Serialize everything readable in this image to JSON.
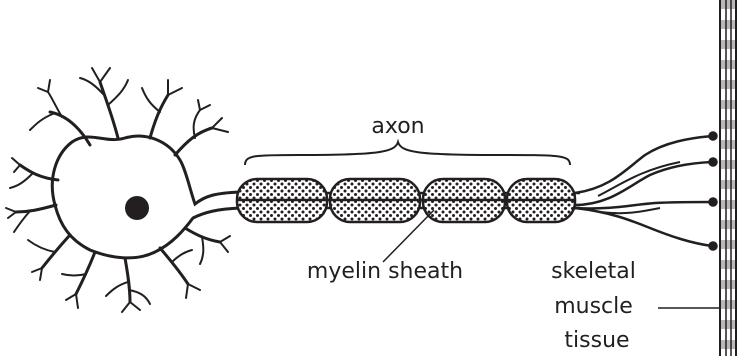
{
  "labels": {
    "axon": "axon",
    "myelin_sheath": "myelin sheath",
    "skeletal_muscle_tissue": [
      "skeletal",
      "muscle",
      "tissue"
    ]
  },
  "colors": {
    "ink": "#231f20",
    "muscle_stripe": "#b8b8b8"
  }
}
